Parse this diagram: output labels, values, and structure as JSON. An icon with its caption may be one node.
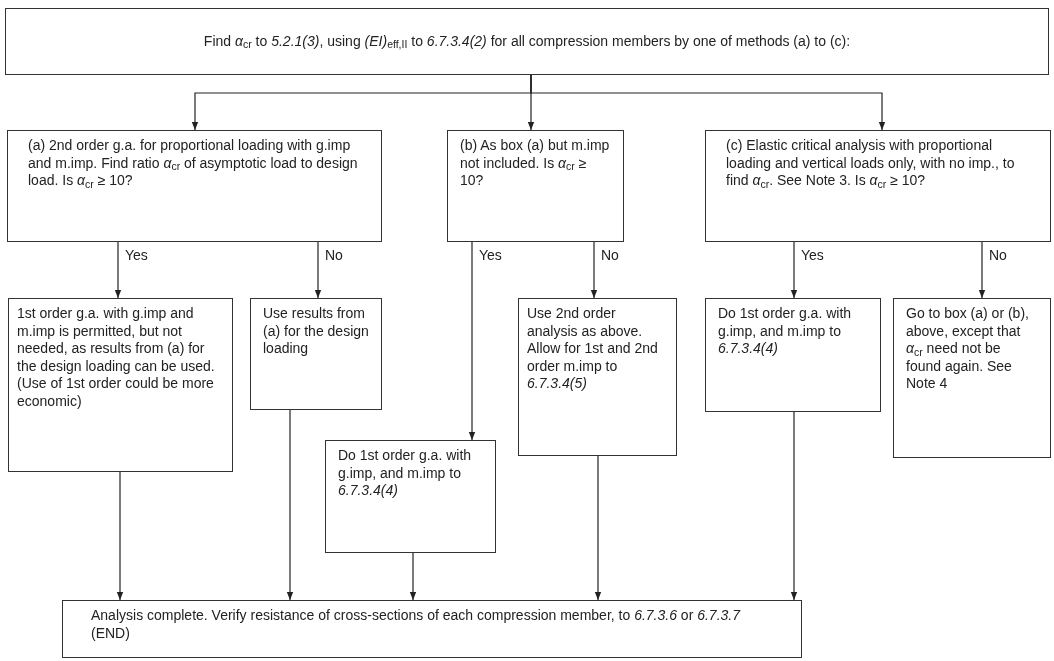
{
  "diagram": {
    "nodes": [
      {
        "text": [
          "Find *α*$_{cr}$ to *5.2.1(3)*, using *(EI)*$_{eff,II}$ to *6.7.3.4(2)* for all compression members by one of methods (a) to (c):"
        ]
      },
      {
        "text": [
          "(a) 2nd order g.a. for proportional loading with g.imp and m.imp. Find ratio *α*$_{cr}$ of asymptotic load to design load. Is *α*$_{cr}$ ≥ 10?"
        ]
      },
      {
        "text": [
          "(b) As box (a) but m.imp not included. Is *α*$_{cr}$ ≥ 10?"
        ]
      },
      {
        "text": [
          "(c) Elastic critical analysis with proportional loading and vertical loads only, with no imp., to find *α*$_{cr}$. See Note 3. Is *α*$_{cr}$ ≥ 10?"
        ]
      },
      {
        "text": [
          "1st order g.a. with g.imp and m.imp is permitted, but not needed, as results from (a) for the design loading can be used. (Use of 1st order could be more economic)"
        ]
      },
      {
        "text": [
          "Use results from (a) for the design loading"
        ]
      },
      {
        "text": [
          "Do 1st order g.a. with g.imp, and m.imp to *6.7.3.4(4)*"
        ]
      },
      {
        "text": [
          "Use 2nd order analysis as above. Allow for 1st and 2nd order m.imp to *6.7.3.4(5)*"
        ]
      },
      {
        "text": [
          "Do 1st order g.a. with g.imp, and m.imp to *6.7.3.4(4)*"
        ]
      },
      {
        "text": [
          "Go to box (a) or (b), above, except that *α*$_{cr}$ need not be found again. See Note 4"
        ]
      },
      {
        "text": [
          "Analysis complete. Verify resistance of cross-sections of each compression member, to *6.7.3.6* or *6.7.3.7* (END)"
        ]
      }
    ],
    "edges": [
      {
        "from": 0,
        "to": 1,
        "arrow": "to"
      },
      {
        "from": 0,
        "to": 2,
        "arrow": "to"
      },
      {
        "from": 0,
        "to": 3,
        "arrow": "to"
      },
      {
        "from": 1,
        "to": 4,
        "arrow": "to",
        "label": "Yes"
      },
      {
        "from": 1,
        "to": 5,
        "arrow": "to",
        "label": "No"
      },
      {
        "from": 2,
        "to": 6,
        "arrow": "to",
        "label": "Yes"
      },
      {
        "from": 2,
        "to": 7,
        "arrow": "to",
        "label": "No"
      },
      {
        "from": 3,
        "to": 8,
        "arrow": "to",
        "label": "Yes"
      },
      {
        "from": 3,
        "to": 9,
        "arrow": "to",
        "label": "No"
      },
      {
        "from": 4,
        "to": 10,
        "arrow": "to"
      },
      {
        "from": 5,
        "to": 10,
        "arrow": "to"
      },
      {
        "from": 6,
        "to": 10,
        "arrow": "to"
      },
      {
        "from": 7,
        "to": 10,
        "arrow": "to"
      },
      {
        "from": 8,
        "to": 10,
        "arrow": "to"
      }
    ]
  }
}
